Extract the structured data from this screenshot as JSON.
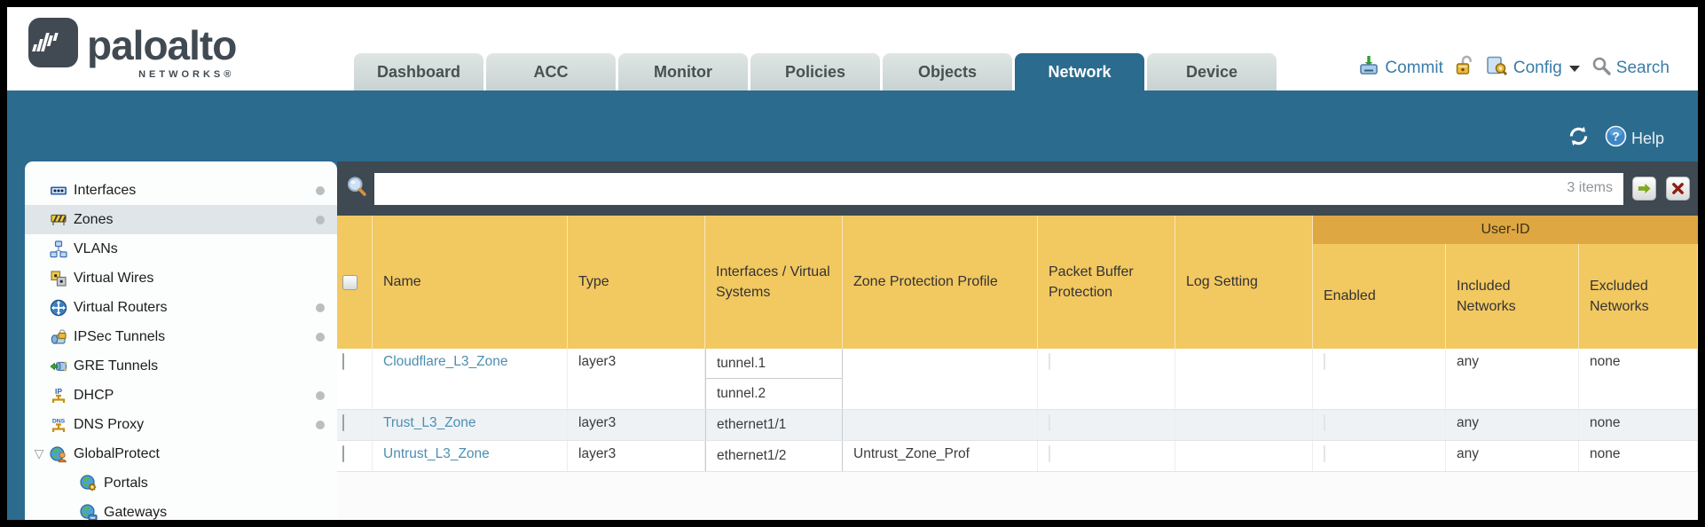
{
  "brand": {
    "name": "paloalto",
    "subtitle": "NETWORKS®"
  },
  "nav_tabs": [
    {
      "label": "Dashboard"
    },
    {
      "label": "ACC"
    },
    {
      "label": "Monitor"
    },
    {
      "label": "Policies"
    },
    {
      "label": "Objects"
    },
    {
      "label": "Network",
      "active": true
    },
    {
      "label": "Device"
    }
  ],
  "header_actions": {
    "commit": "Commit",
    "config": "Config",
    "search": "Search"
  },
  "band": {
    "help": "Help"
  },
  "filter": {
    "value": "",
    "count_label": "3 items"
  },
  "sidebar": {
    "items": [
      {
        "label": "Interfaces",
        "icon": "interfaces-icon",
        "has_dot": true
      },
      {
        "label": "Zones",
        "icon": "zones-icon",
        "has_dot": true,
        "selected": true
      },
      {
        "label": "VLANs",
        "icon": "vlans-icon"
      },
      {
        "label": "Virtual Wires",
        "icon": "virtual-wires-icon"
      },
      {
        "label": "Virtual Routers",
        "icon": "virtual-routers-icon",
        "has_dot": true
      },
      {
        "label": "IPSec Tunnels",
        "icon": "ipsec-tunnels-icon",
        "has_dot": true
      },
      {
        "label": "GRE Tunnels",
        "icon": "gre-tunnels-icon"
      },
      {
        "label": "DHCP",
        "icon": "dhcp-icon",
        "has_dot": true
      },
      {
        "label": "DNS Proxy",
        "icon": "dns-proxy-icon",
        "has_dot": true
      },
      {
        "label": "GlobalProtect",
        "icon": "globalprotect-icon",
        "expandable": true
      },
      {
        "label": "Portals",
        "icon": "portals-icon",
        "sub": true
      },
      {
        "label": "Gateways",
        "icon": "gateways-icon",
        "sub": true
      }
    ]
  },
  "table": {
    "group_header": "User-ID",
    "columns": {
      "name": "Name",
      "type": "Type",
      "interfaces": "Interfaces / Virtual Systems",
      "zpp": "Zone Protection Profile",
      "pbp": "Packet Buffer Protection",
      "log": "Log Setting",
      "enabled": "Enabled",
      "included": "Included Networks",
      "excluded": "Excluded Networks"
    },
    "rows": [
      {
        "name": "Cloudflare_L3_Zone",
        "type": "layer3",
        "interfaces": [
          "tunnel.1",
          "tunnel.2"
        ],
        "zpp": "",
        "log": "",
        "included": "any",
        "excluded": "none"
      },
      {
        "name": "Trust_L3_Zone",
        "type": "layer3",
        "interfaces": [
          "ethernet1/1"
        ],
        "zpp": "",
        "log": "",
        "included": "any",
        "excluded": "none"
      },
      {
        "name": "Untrust_L3_Zone",
        "type": "layer3",
        "interfaces": [
          "ethernet1/2"
        ],
        "zpp": "Untrust_Zone_Prof",
        "log": "",
        "included": "any",
        "excluded": "none"
      }
    ]
  },
  "colors": {
    "teal_band": "#2b6b8e",
    "slate": "#3e4951",
    "header_amber": "#f2c860",
    "userid_amber": "#dfa742",
    "link_blue": "#4b8fb3",
    "action_blue": "#3a7ca8"
  }
}
